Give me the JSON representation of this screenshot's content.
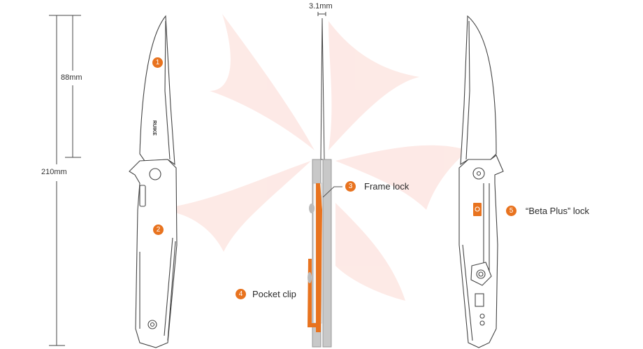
{
  "dimensions": {
    "overall_length": "210mm",
    "blade_length": "88mm",
    "blade_thickness": "3.1mm"
  },
  "brand_mark": "RUIKE",
  "callouts": [
    {
      "number": "1",
      "label": ""
    },
    {
      "number": "2",
      "label": ""
    },
    {
      "number": "3",
      "label": "Frame lock"
    },
    {
      "number": "4",
      "label": "Pocket clip"
    },
    {
      "number": "5",
      "label": "“Beta Plus” lock"
    }
  ],
  "colors": {
    "accent": "#e8731f",
    "outline": "#444444",
    "handle_side": "#c8c8c8",
    "watermark": "#fde3df"
  }
}
